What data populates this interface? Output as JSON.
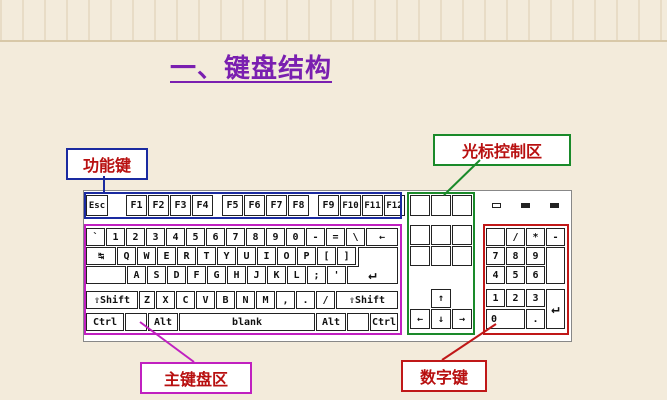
{
  "title": "一、键盘结构",
  "labels": {
    "function": "功能键",
    "cursor": "光标控制区",
    "main": "主键盘区",
    "numeric": "数字键"
  },
  "colors": {
    "title": "#7a1fb0",
    "label_text": "#b81010",
    "function_region": "#1a2aa0",
    "main_region": "#c020c0",
    "cursor_region": "#1a8a2a",
    "numeric_region": "#c01818"
  },
  "keys": {
    "esc": "Esc",
    "f": [
      "F1",
      "F2",
      "F3",
      "F4",
      "F5",
      "F6",
      "F7",
      "F8",
      "F9",
      "F10",
      "F11",
      "F12"
    ],
    "row1": [
      "`",
      "1",
      "2",
      "3",
      "4",
      "5",
      "6",
      "7",
      "8",
      "9",
      "0",
      "-",
      "=",
      "\\",
      "←"
    ],
    "row2": [
      "↹",
      "Q",
      "W",
      "E",
      "R",
      "T",
      "Y",
      "U",
      "I",
      "O",
      "P",
      "[",
      "]"
    ],
    "row3": [
      "A",
      "S",
      "D",
      "F",
      "G",
      "H",
      "J",
      "K",
      "L",
      ";",
      "'",
      "↵"
    ],
    "shift": "⇧Shift",
    "row4": [
      "Z",
      "X",
      "C",
      "V",
      "B",
      "N",
      "M",
      ",",
      ".",
      "/"
    ],
    "ctrl": "Ctrl",
    "alt": "Alt",
    "space": "blank",
    "arrow_up": "↑",
    "arrow_left": "←",
    "arrow_down": "↓",
    "arrow_right": "→",
    "num_row1": [
      "/",
      "*",
      "-"
    ],
    "num_row2": [
      "7",
      "8",
      "9"
    ],
    "num_row3": [
      "4",
      "5",
      "6"
    ],
    "num_row4": [
      "1",
      "2",
      "3"
    ],
    "num_row5": [
      "0",
      "."
    ]
  }
}
